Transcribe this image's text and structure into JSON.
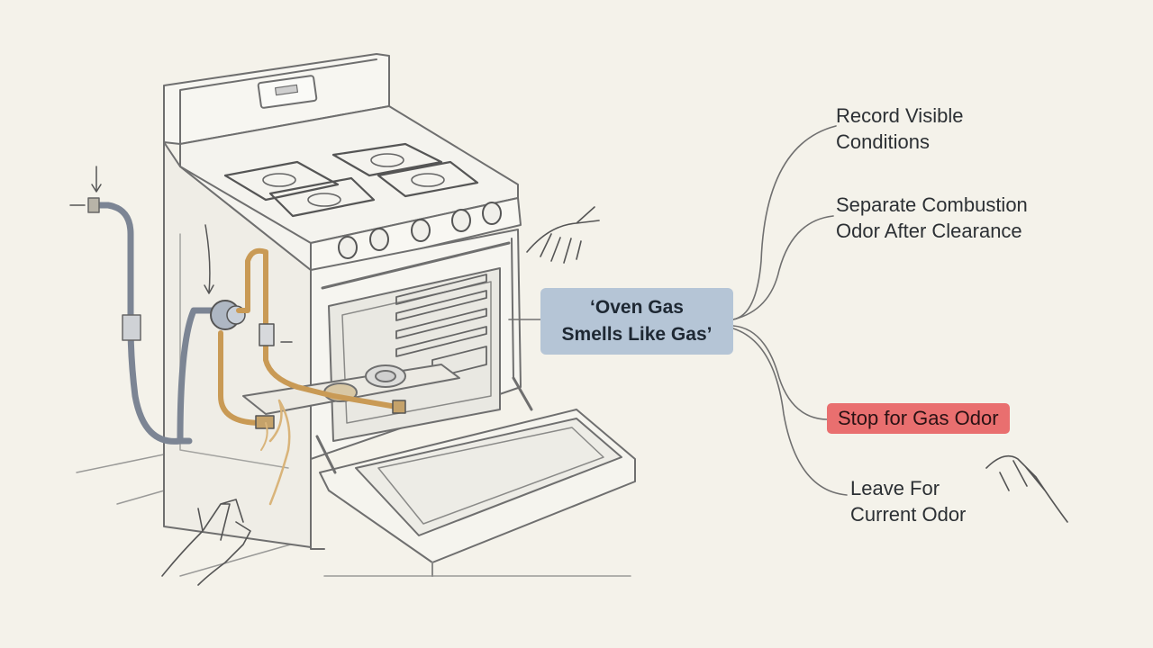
{
  "diagram": {
    "center": {
      "lines": [
        "‘Oven Gas",
        "Smells Like Gas’"
      ],
      "fill": "#b5c5d6"
    },
    "branches": [
      {
        "id": "record",
        "lines": [
          "Record Visible",
          "Conditions"
        ]
      },
      {
        "id": "separate",
        "lines": [
          "Separate Combustion",
          "Odor After Clearance"
        ]
      },
      {
        "id": "stop",
        "lines": [
          "Stop for Gas Odor"
        ],
        "highlight": "#e96f6f"
      },
      {
        "id": "leave",
        "lines": [
          "Leave For",
          "Current Odor"
        ]
      }
    ],
    "illustration": {
      "subject": "gas range with open oven door, gas supply hose, regulator and copper gas line",
      "icons": [
        "stove-icon",
        "hand-icon",
        "arrow-icon"
      ]
    }
  }
}
